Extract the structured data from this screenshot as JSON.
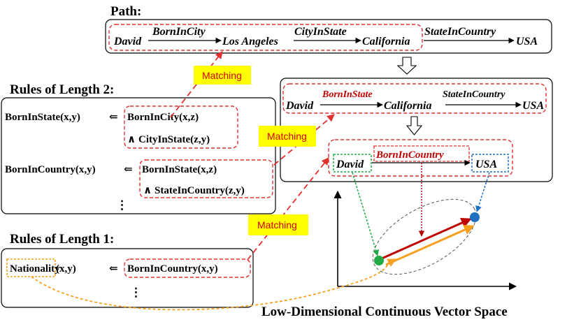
{
  "path": {
    "title": "Path:",
    "nodes": [
      "David",
      "Los Angeles",
      "California",
      "USA"
    ],
    "relations": [
      "BornInCity",
      "CityInState",
      "StateInCountry"
    ]
  },
  "rules_len2": {
    "title": "Rules of Length 2:",
    "rule1": {
      "head": "BornInState(x,y)",
      "body1": "BornInCity(x,z)",
      "body2": "CityInState(z,y)"
    },
    "rule2": {
      "head": "BornInCountry(x,y)",
      "body1": "BornInState(x,z)",
      "body2": "StateInCountry(z,y)"
    },
    "ellipsis": "⋮"
  },
  "rules_len1": {
    "title": "Rules of Length 1:",
    "rule1": {
      "head_pred": "Nationality",
      "head_args": "(x,y)",
      "body": "BornInCountry(x,y)"
    },
    "ellipsis": "⋮"
  },
  "inference": {
    "row1": {
      "from": "David",
      "rel1": "BornInState",
      "mid": "California",
      "rel2": "StateInCountry",
      "to": "USA"
    },
    "row2": {
      "from": "David",
      "rel": "BornInCountry",
      "to": "USA"
    }
  },
  "symbols": {
    "implies": "⇐",
    "and": "∧"
  },
  "matching_label": "Matching",
  "vector_space_label": "Low-Dimensional Continuous Vector Space",
  "colors": {
    "red": "#c00000",
    "dash_red": "#e03030",
    "green": "#22aa44",
    "blue": "#1f6fc0",
    "orange": "#f5a020",
    "dark_red": "#b00000",
    "highlight": "#ffff00"
  }
}
